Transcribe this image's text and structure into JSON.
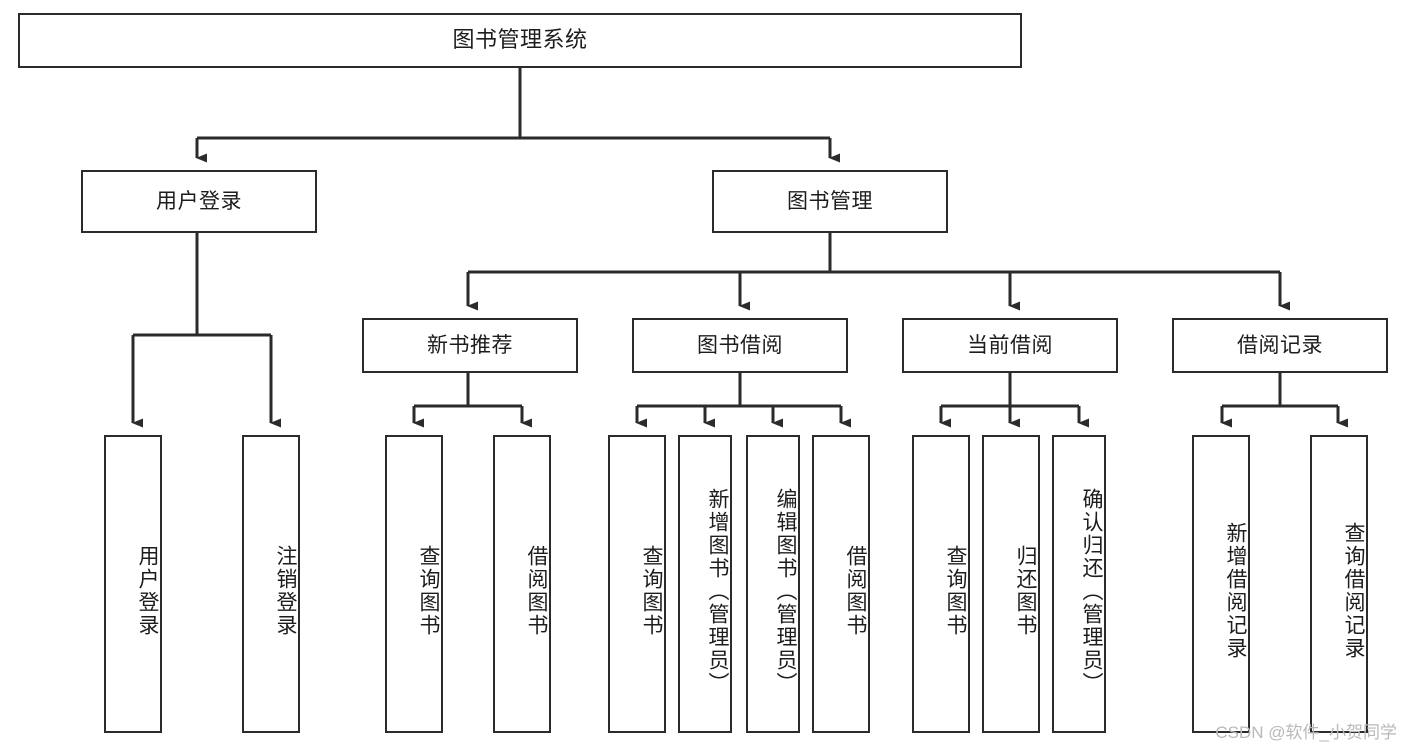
{
  "diagram": {
    "title": "图书管理系统",
    "type": "tree-hierarchy-diagram",
    "colors": {
      "box_border": "#2b2b2b",
      "box_fill": "#ffffff",
      "connector": "#2b2b2b",
      "text": "#1d1d1d",
      "watermark": "#b9b9b9",
      "background": "#ffffff"
    },
    "root": {
      "label": "图书管理系统"
    },
    "level2": [
      {
        "label": "用户登录"
      },
      {
        "label": "图书管理"
      }
    ],
    "level3": [
      {
        "label": "新书推荐"
      },
      {
        "label": "图书借阅"
      },
      {
        "label": "当前借阅"
      },
      {
        "label": "借阅记录"
      }
    ],
    "leaves": {
      "user_login": [
        {
          "label": "用户登录"
        },
        {
          "label": "注销登录"
        }
      ],
      "new_book_recommend": [
        {
          "label": "查询图书"
        },
        {
          "label": "借阅图书"
        }
      ],
      "book_borrow": [
        {
          "label": "查询图书"
        },
        {
          "label": "新增图书（管理员）"
        },
        {
          "label": "编辑图书（管理员）"
        },
        {
          "label": "借阅图书"
        }
      ],
      "current_borrow": [
        {
          "label": "查询图书"
        },
        {
          "label": "归还图书"
        },
        {
          "label": "确认归还（管理员）"
        }
      ],
      "borrow_record": [
        {
          "label": "新增借阅记录"
        },
        {
          "label": "查询借阅记录"
        }
      ]
    }
  },
  "watermark": {
    "text": "CSDN @软件_小贺同学"
  }
}
